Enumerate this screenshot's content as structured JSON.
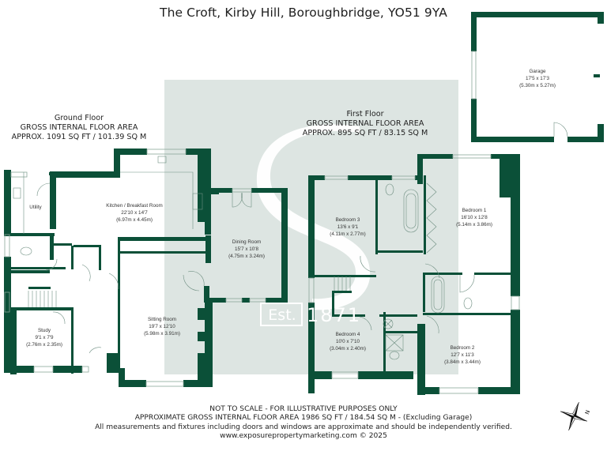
{
  "title": "The Croft, Kirby Hill, Boroughbridge, YO51 9YA",
  "colors": {
    "wall": "#0b5038",
    "watermark_panel": "#dde5e2",
    "text": "#1e1e1e"
  },
  "ground_floor": {
    "name": "Ground Floor",
    "area_label": "GROSS INTERNAL FLOOR AREA",
    "area_value": "APPROX. 1091 SQ FT / 101.39 SQ M",
    "rooms": [
      {
        "name": "Utility",
        "imperial": "",
        "metric": ""
      },
      {
        "name": "Kitchen / Breakfast Room",
        "imperial": "22'10 x 14'7",
        "metric": "(6.97m x 4.45m)"
      },
      {
        "name": "Dining Room",
        "imperial": "15'7 x 10'8",
        "metric": "(4.75m x 3.24m)"
      },
      {
        "name": "Sitting Room",
        "imperial": "19'7 x 12'10",
        "metric": "(5.98m x 3.91m)"
      },
      {
        "name": "Study",
        "imperial": "9'1 x 7'9",
        "metric": "(2.76m x 2.35m)"
      }
    ]
  },
  "first_floor": {
    "name": "First Floor",
    "area_label": "GROSS INTERNAL FLOOR AREA",
    "area_value": "APPROX. 895 SQ FT / 83.15 SQ M",
    "rooms": [
      {
        "name": "Bedroom 3",
        "imperial": "13'6 x 9'1",
        "metric": "(4.11m x 2.77m)"
      },
      {
        "name": "Bedroom 1",
        "imperial": "16'10 x 12'8",
        "metric": "(5.14m x 3.86m)"
      },
      {
        "name": "Bedroom 4",
        "imperial": "10'0 x 7'10",
        "metric": "(3.04m x 2.40m)"
      },
      {
        "name": "Bedroom 2",
        "imperial": "12'7 x 11'3",
        "metric": "(3.84m x 3.44m)"
      }
    ]
  },
  "garage": {
    "name": "Garage",
    "imperial": "17'5 x 17'3",
    "metric": "(5.30m x 5.27m)"
  },
  "watermark": {
    "est_label": "Est.",
    "year": "1871",
    "monogram": "S"
  },
  "footer": {
    "line1": "NOT TO SCALE - FOR ILLUSTRATIVE PURPOSES ONLY",
    "line2": "APPROXIMATE GROSS INTERNAL FLOOR AREA 1986 SQ FT / 184.54 SQ M - (Excluding Garage)",
    "line3": "All measurements and fixtures including doors and windows are approximate and should be independently verified.",
    "line4": "www.exposurepropertymarketing.com © 2025"
  },
  "compass": {
    "icon": "compass-rose-icon",
    "north_label": "N"
  }
}
